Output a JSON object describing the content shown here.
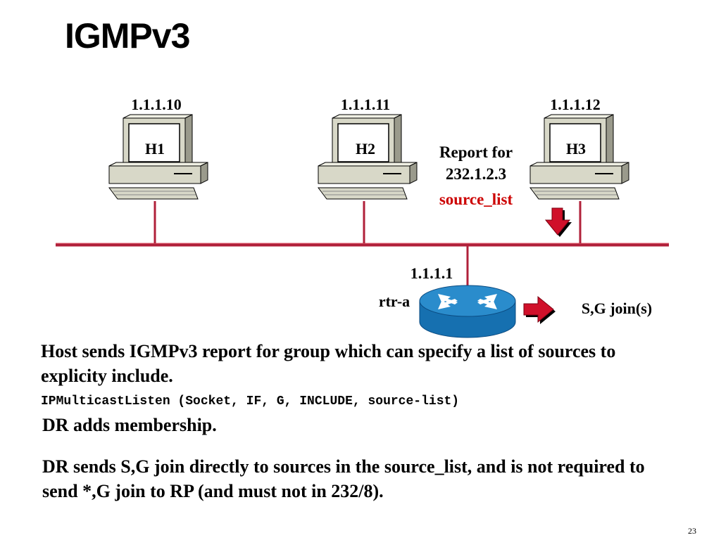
{
  "slide": {
    "title": "IGMPv3",
    "page_number": "23"
  },
  "hosts": [
    {
      "label": "H1",
      "ip": "1.1.1.10"
    },
    {
      "label": "H2",
      "ip": "1.1.1.11"
    },
    {
      "label": "H3",
      "ip": "1.1.1.12"
    }
  ],
  "report": {
    "line1": "Report for",
    "line2": "232.1.2.3",
    "line3": "source_list"
  },
  "router": {
    "ip": "1.1.1.1",
    "name": "rtr-a",
    "join_label": "S,G join(s)"
  },
  "body": {
    "para1": "Host sends IGMPv3 report for group which can specify a list of sources to explicity include.",
    "code": "IPMulticastListen (Socket, IF, G, INCLUDE, source-list)",
    "para2": "DR adds membership.",
    "para3": "DR sends S,G join directly to sources in the source_list, and is not required to send *,G join to RP (and must not in 232/8)."
  },
  "colors": {
    "bus": "#b0203a",
    "arrow": "#d0102a",
    "router": "#1a80c0",
    "highlight_text": "#cc0000",
    "computer": "#d8d8c8"
  }
}
